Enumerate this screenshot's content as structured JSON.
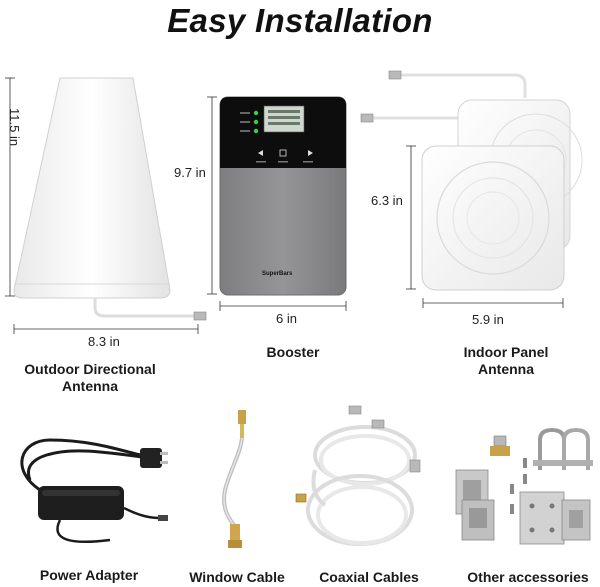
{
  "title": "Easy Installation",
  "dimensions": {
    "antenna_height": "11.5 in",
    "antenna_width": "8.3 in",
    "booster_height": "9.7 in",
    "booster_width": "6 in",
    "panel_height": "6.3 in",
    "panel_width": "5.9 in"
  },
  "booster_brand": "SuperBars",
  "captions": {
    "outdoor_antenna": "Outdoor Directional Antenna",
    "booster": "Booster",
    "indoor_panel": "Indoor Panel Antenna",
    "power_adapter": "Power Adapter",
    "window_cable": "Window Cable",
    "coaxial_cables": "Coaxial Cables",
    "other_accessories": "Other accessories"
  },
  "colors": {
    "booster_top": "#0d0d0d",
    "booster_body": "#8a8a8c",
    "led_green": "#3ccf4e",
    "product_white": "#f3f3f3"
  }
}
